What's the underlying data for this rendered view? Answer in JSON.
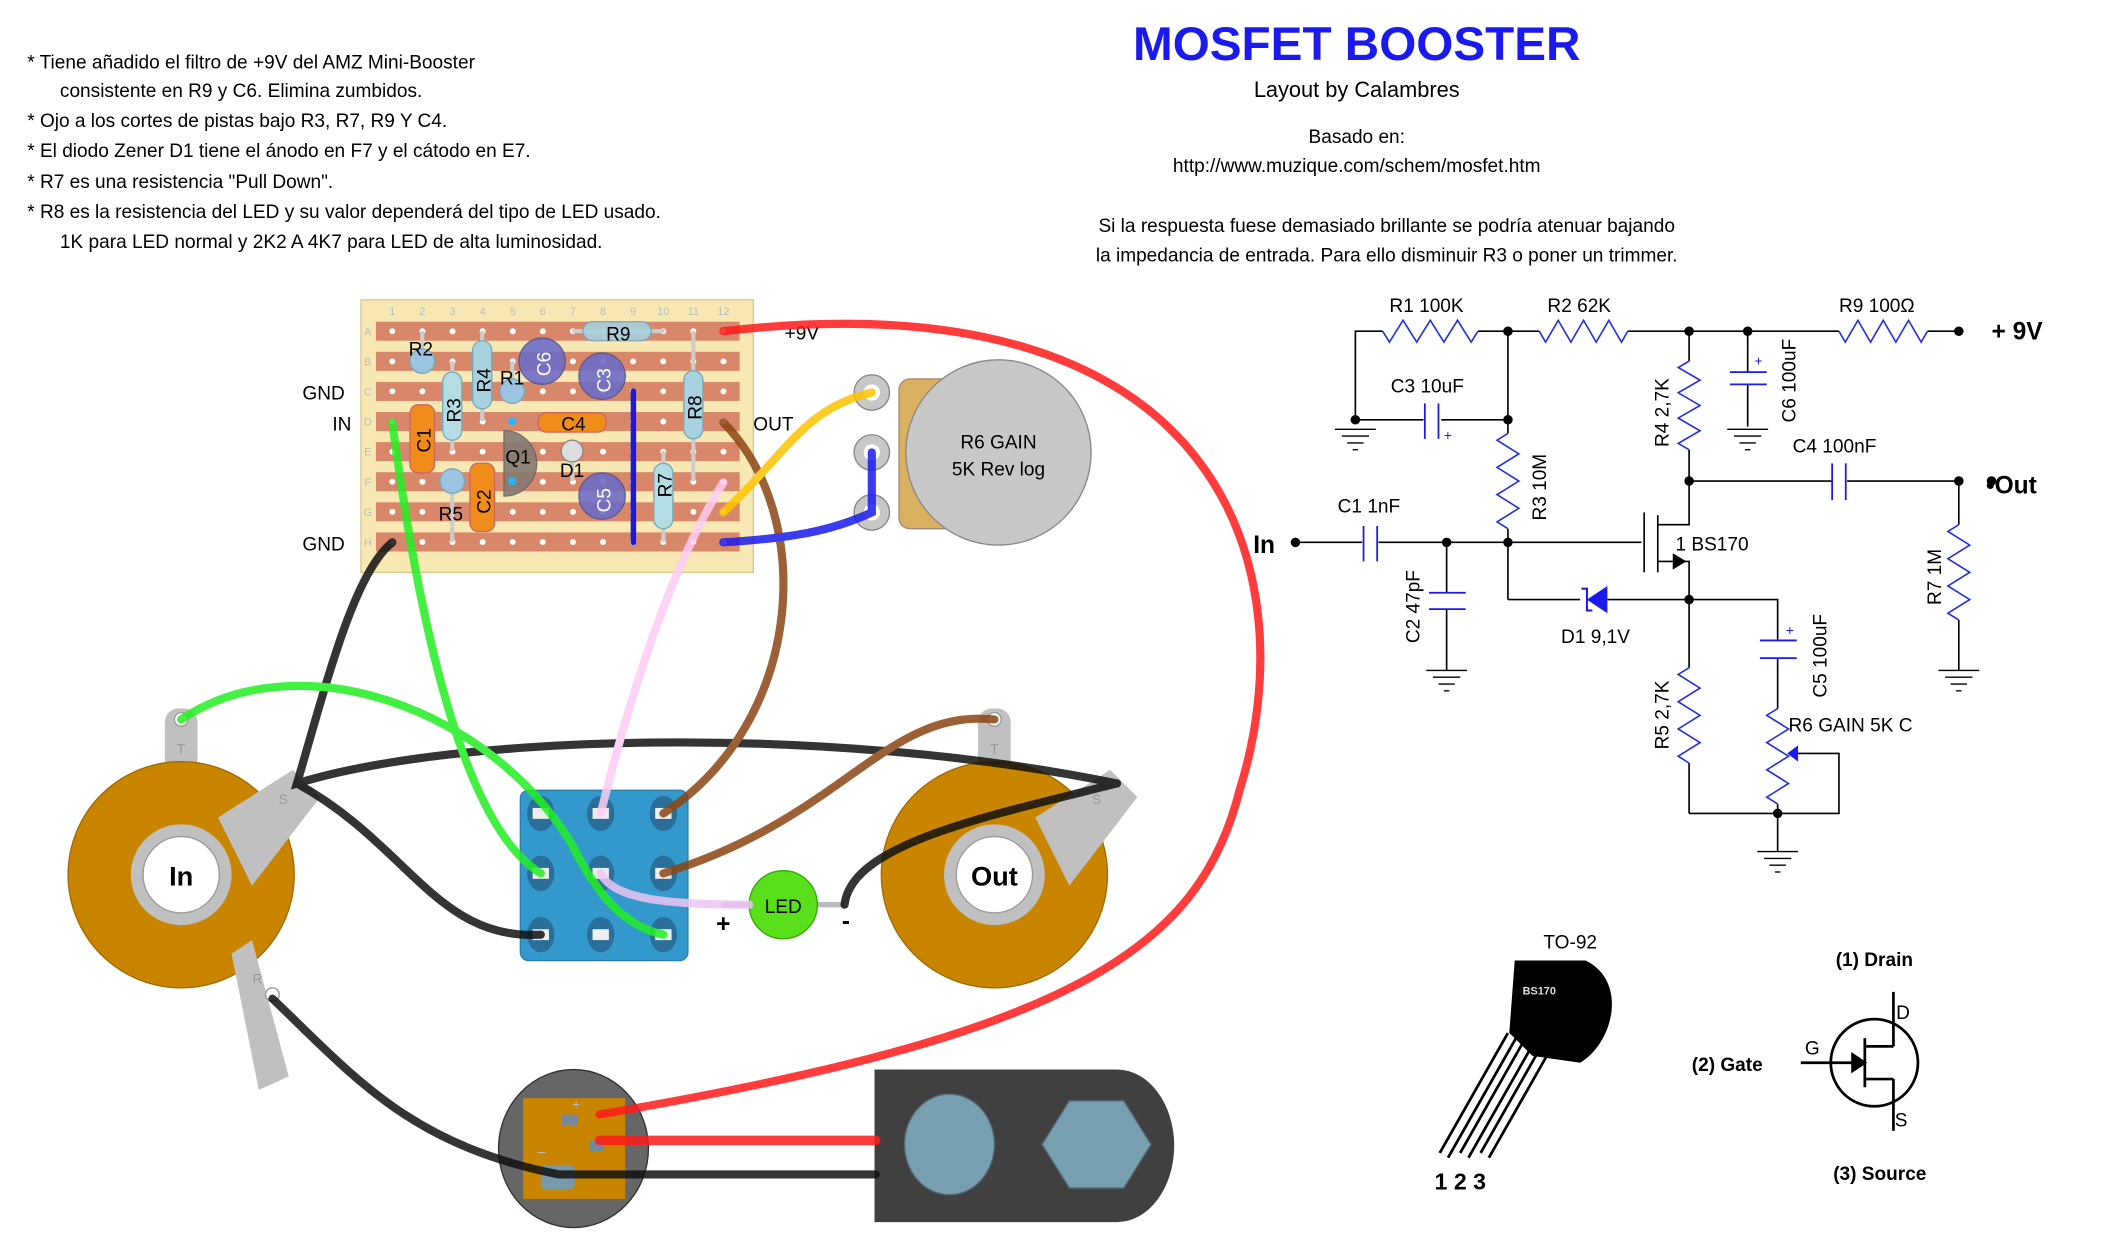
{
  "notes": [
    "* Tiene añadido el filtro de +9V del AMZ Mini-Booster",
    "consistente en R9 y C6. Elimina zumbidos.",
    "* Ojo a los cortes de pistas bajo R3, R7, R9 Y C4.",
    "* El diodo Zener D1 tiene el ánodo en F7 y el cátodo en E7.",
    "* R7 es una resistencia \"Pull Down\".",
    "* R8 es la resistencia del LED y su valor dependerá del tipo de LED usado.",
    "1K para LED normal y 2K2 A 4K7 para LED de alta luminosidad."
  ],
  "header": {
    "title": "MOSFET BOOSTER",
    "subtitle": "Layout by Calambres",
    "based_on": "Basado en:",
    "url": "http://www.muzique.com/schem/mosfet.htm",
    "tip_1": "Si la respuesta fuese demasiado brillante se podría atenuar bajando",
    "tip_2": "la impedancia de entrada. Para ello disminuir R3 o poner un trimmer.",
    "title_color": "#1a1aee"
  },
  "board": {
    "columns": [
      "1",
      "2",
      "3",
      "4",
      "5",
      "6",
      "7",
      "8",
      "9",
      "10",
      "11",
      "12"
    ],
    "rows": [
      "A",
      "B",
      "C",
      "D",
      "E",
      "F",
      "G",
      "H"
    ],
    "components": {
      "R1": "R1",
      "R2": "R2",
      "R3": "R3",
      "R4": "R4",
      "R5": "R5",
      "R7": "R7",
      "R8": "R8",
      "R9": "R9",
      "C1": "C1",
      "C2": "C2",
      "C3": "C3",
      "C4": "C4",
      "C5": "C5",
      "C6": "C6",
      "Q1": "Q1",
      "D1": "D1"
    },
    "gnd_top": "GND",
    "in": "IN",
    "gnd_bottom": "GND",
    "v9": "+9V",
    "out": "OUT",
    "strip_color": "#d9876a",
    "board_color": "#f8e9b4"
  },
  "pot": {
    "name": "R6 GAIN",
    "value": "5K Rev log"
  },
  "jacks": {
    "in": "In",
    "out": "Out",
    "tip": "T",
    "sleeve": "S",
    "ring": "R"
  },
  "led": {
    "label": "LED",
    "plus": "+",
    "minus": "-"
  },
  "dc": {
    "plus": "+",
    "minus": "−"
  },
  "schematic": {
    "r1": "R1 100K",
    "r2": "R2 62K",
    "r9": "R9 100Ω",
    "v9": "+ 9V",
    "c3": "C3 10uF",
    "c6": "C6 100uF",
    "r4": "R4 2,7K",
    "c4": "C4 100nF",
    "out": "•Out",
    "in": "In",
    "c1": "C1 1nF",
    "r3": "R3 10M",
    "q": "1  BS170",
    "c2": "C2 47pF",
    "d1": "D1 9,1V",
    "c5": "C5 100uF",
    "r5": "R5 2,7K",
    "r6": "R6 GAIN  5K C",
    "r7": "R7 1M",
    "plus": "+"
  },
  "pinout": {
    "package": "TO-92",
    "part": "BS170",
    "pins": "1 2 3",
    "drain": "(1) Drain",
    "gate": "(2) Gate",
    "source": "(3) Source",
    "d": "D",
    "g": "G",
    "s": "S"
  }
}
